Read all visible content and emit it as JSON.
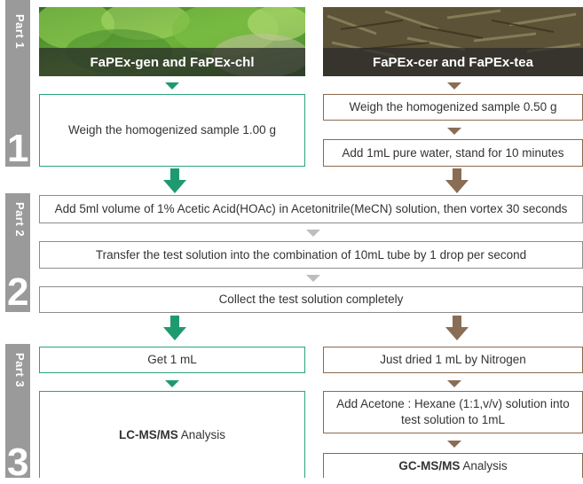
{
  "sidebar": {
    "part1_label": "Part 1",
    "part2_label": "Part 2",
    "part3_label": "Part 3",
    "step1": "1",
    "step2": "2",
    "step3": "3"
  },
  "header": {
    "left_caption": "FaPEx-gen and FaPEx-chl",
    "right_caption": "FaPEx-cer and FaPEx-tea"
  },
  "part1": {
    "left_box": "Weigh the homogenized sample 1.00 g",
    "right_box_1": "Weigh the homogenized sample  0.50 g",
    "right_box_2": "Add 1mL pure water, stand for 10 minutes"
  },
  "part2": {
    "box_1": "Add 5ml volume of 1% Acetic Acid(HOAc) in Acetonitrile(MeCN) solution, then vortex 30 seconds",
    "box_2": "Transfer the test solution into the combination of 10mL tube by 1 drop per second",
    "box_3": "Collect the test solution completely"
  },
  "part3": {
    "left_box_1": "Get 1 mL",
    "left_box_2_bold": "LC-MS/MS",
    "left_box_2_rest": " Analysis",
    "right_box_1": "Just dried 1 mL by Nitrogen",
    "right_box_2": "Add Acetone : Hexane (1:1,v/v) solution into test solution to 1mL",
    "right_box_3_bold": "GC-MS/MS",
    "right_box_3_rest": " Analysis"
  },
  "colors": {
    "green": "#1f9a6e",
    "brown": "#8a6d55",
    "gray": "#9a9a9a"
  }
}
